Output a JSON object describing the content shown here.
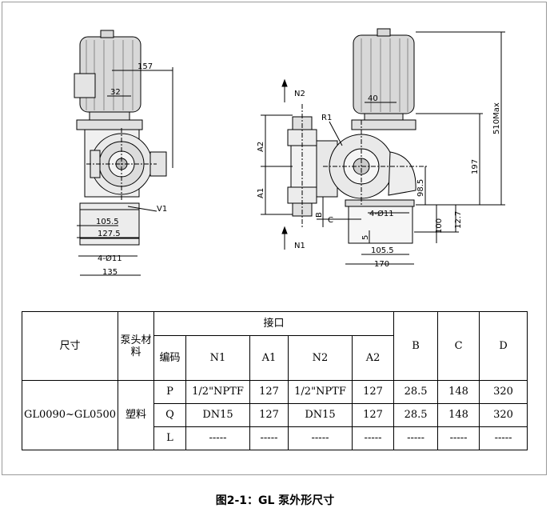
{
  "drawing": {
    "left_view": {
      "dims": [
        "157",
        "32",
        "105.5",
        "127.5",
        "4-Ø11",
        "135"
      ],
      "callouts": [
        "V1"
      ]
    },
    "right_view": {
      "dims": [
        "40",
        "510Max",
        "197",
        "98.5",
        "4-Ø11",
        "100",
        "12.7",
        "105.5",
        "170",
        "5",
        "C",
        "B"
      ],
      "callouts": [
        "N2",
        "N1",
        "R1",
        "A2",
        "A1"
      ]
    }
  },
  "table": {
    "header": {
      "size": "尺寸",
      "material": "泵头材料",
      "port_group": "接口",
      "code": "编码",
      "n1": "N1",
      "a1": "A1",
      "n2": "N2",
      "a2": "A2",
      "b": "B",
      "c": "C",
      "d": "D"
    },
    "model": "GL0090~GL0500",
    "material_value": "塑料",
    "rows": [
      {
        "code": "P",
        "n1": "1/2\"NPTF",
        "a1": "127",
        "n2": "1/2\"NPTF",
        "a2": "127",
        "b": "28.5",
        "c": "148",
        "d": "320"
      },
      {
        "code": "Q",
        "n1": "DN15",
        "a1": "127",
        "n2": "DN15",
        "a2": "127",
        "b": "28.5",
        "c": "148",
        "d": "320"
      },
      {
        "code": "L",
        "n1": "-----",
        "a1": "-----",
        "n2": "-----",
        "a2": "-----",
        "b": "-----",
        "c": "-----",
        "d": "-----"
      }
    ]
  },
  "caption": "图2-1：GL 泵外形尺寸"
}
